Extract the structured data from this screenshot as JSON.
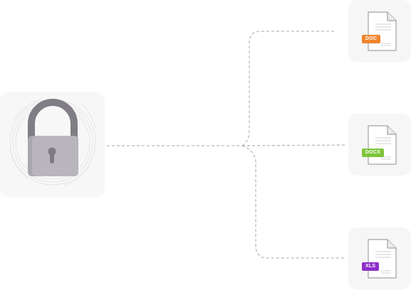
{
  "lock": {
    "icon": "padlock-icon"
  },
  "files": [
    {
      "label": "DOC",
      "badge_color": "#f0842c",
      "icon": "document-file-icon"
    },
    {
      "label": "DOCX",
      "badge_color": "#7ec53a",
      "icon": "document-file-icon"
    },
    {
      "label": "XLS",
      "badge_color": "#8e2fc9",
      "icon": "document-file-icon"
    }
  ],
  "colors": {
    "connector": "#b9b9b9",
    "card_background": "#f6f6f7",
    "lock_body": "#b3b1b7",
    "lock_shackle": "#807d85",
    "keyhole": "#7e7b84"
  }
}
